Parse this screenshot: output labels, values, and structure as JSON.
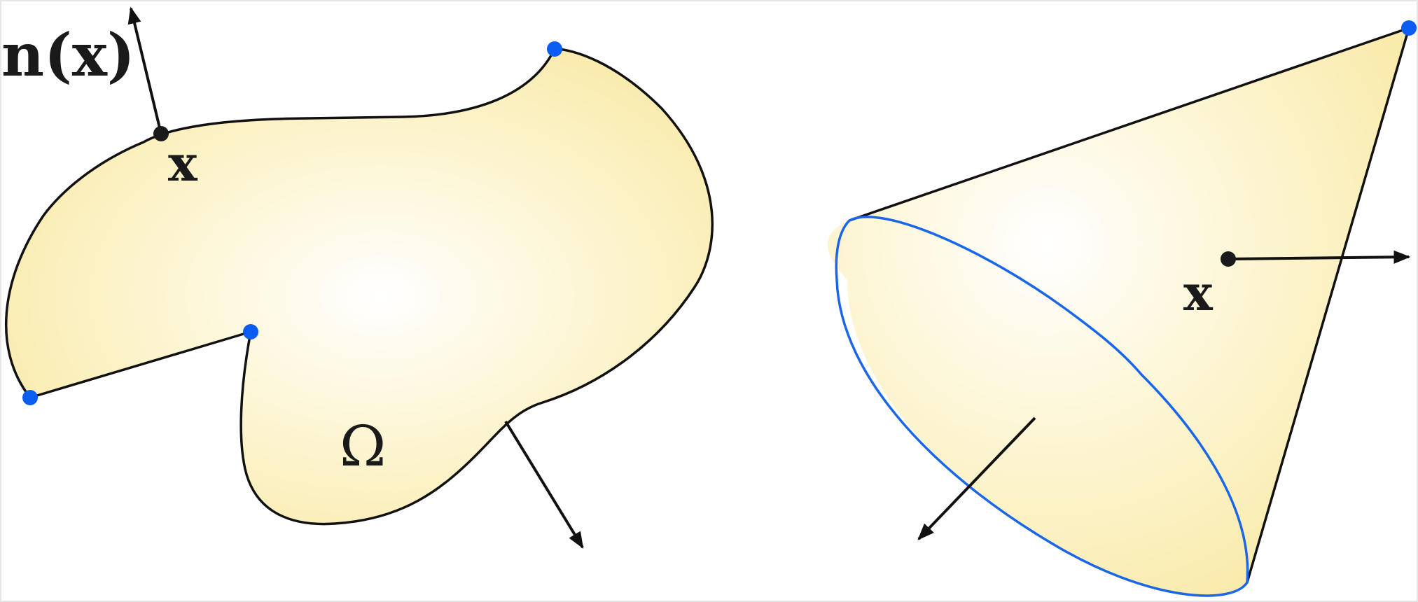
{
  "left_figure": {
    "normal_label": "n(x)",
    "point_label": "x",
    "domain_label": "Ω"
  },
  "right_figure": {
    "point_label": "x"
  },
  "colors": {
    "fill_center": "#ffffff",
    "fill_edge": "#f9eba8",
    "outline": "#111111",
    "corner_point": "#0b5cf0",
    "ellipse_edge": "#1a66e8",
    "marker_point": "#1a1a1a",
    "border": "#e6e6e6"
  },
  "icons": {
    "corner": "blue-dot",
    "point": "black-dot",
    "normal": "arrow"
  }
}
